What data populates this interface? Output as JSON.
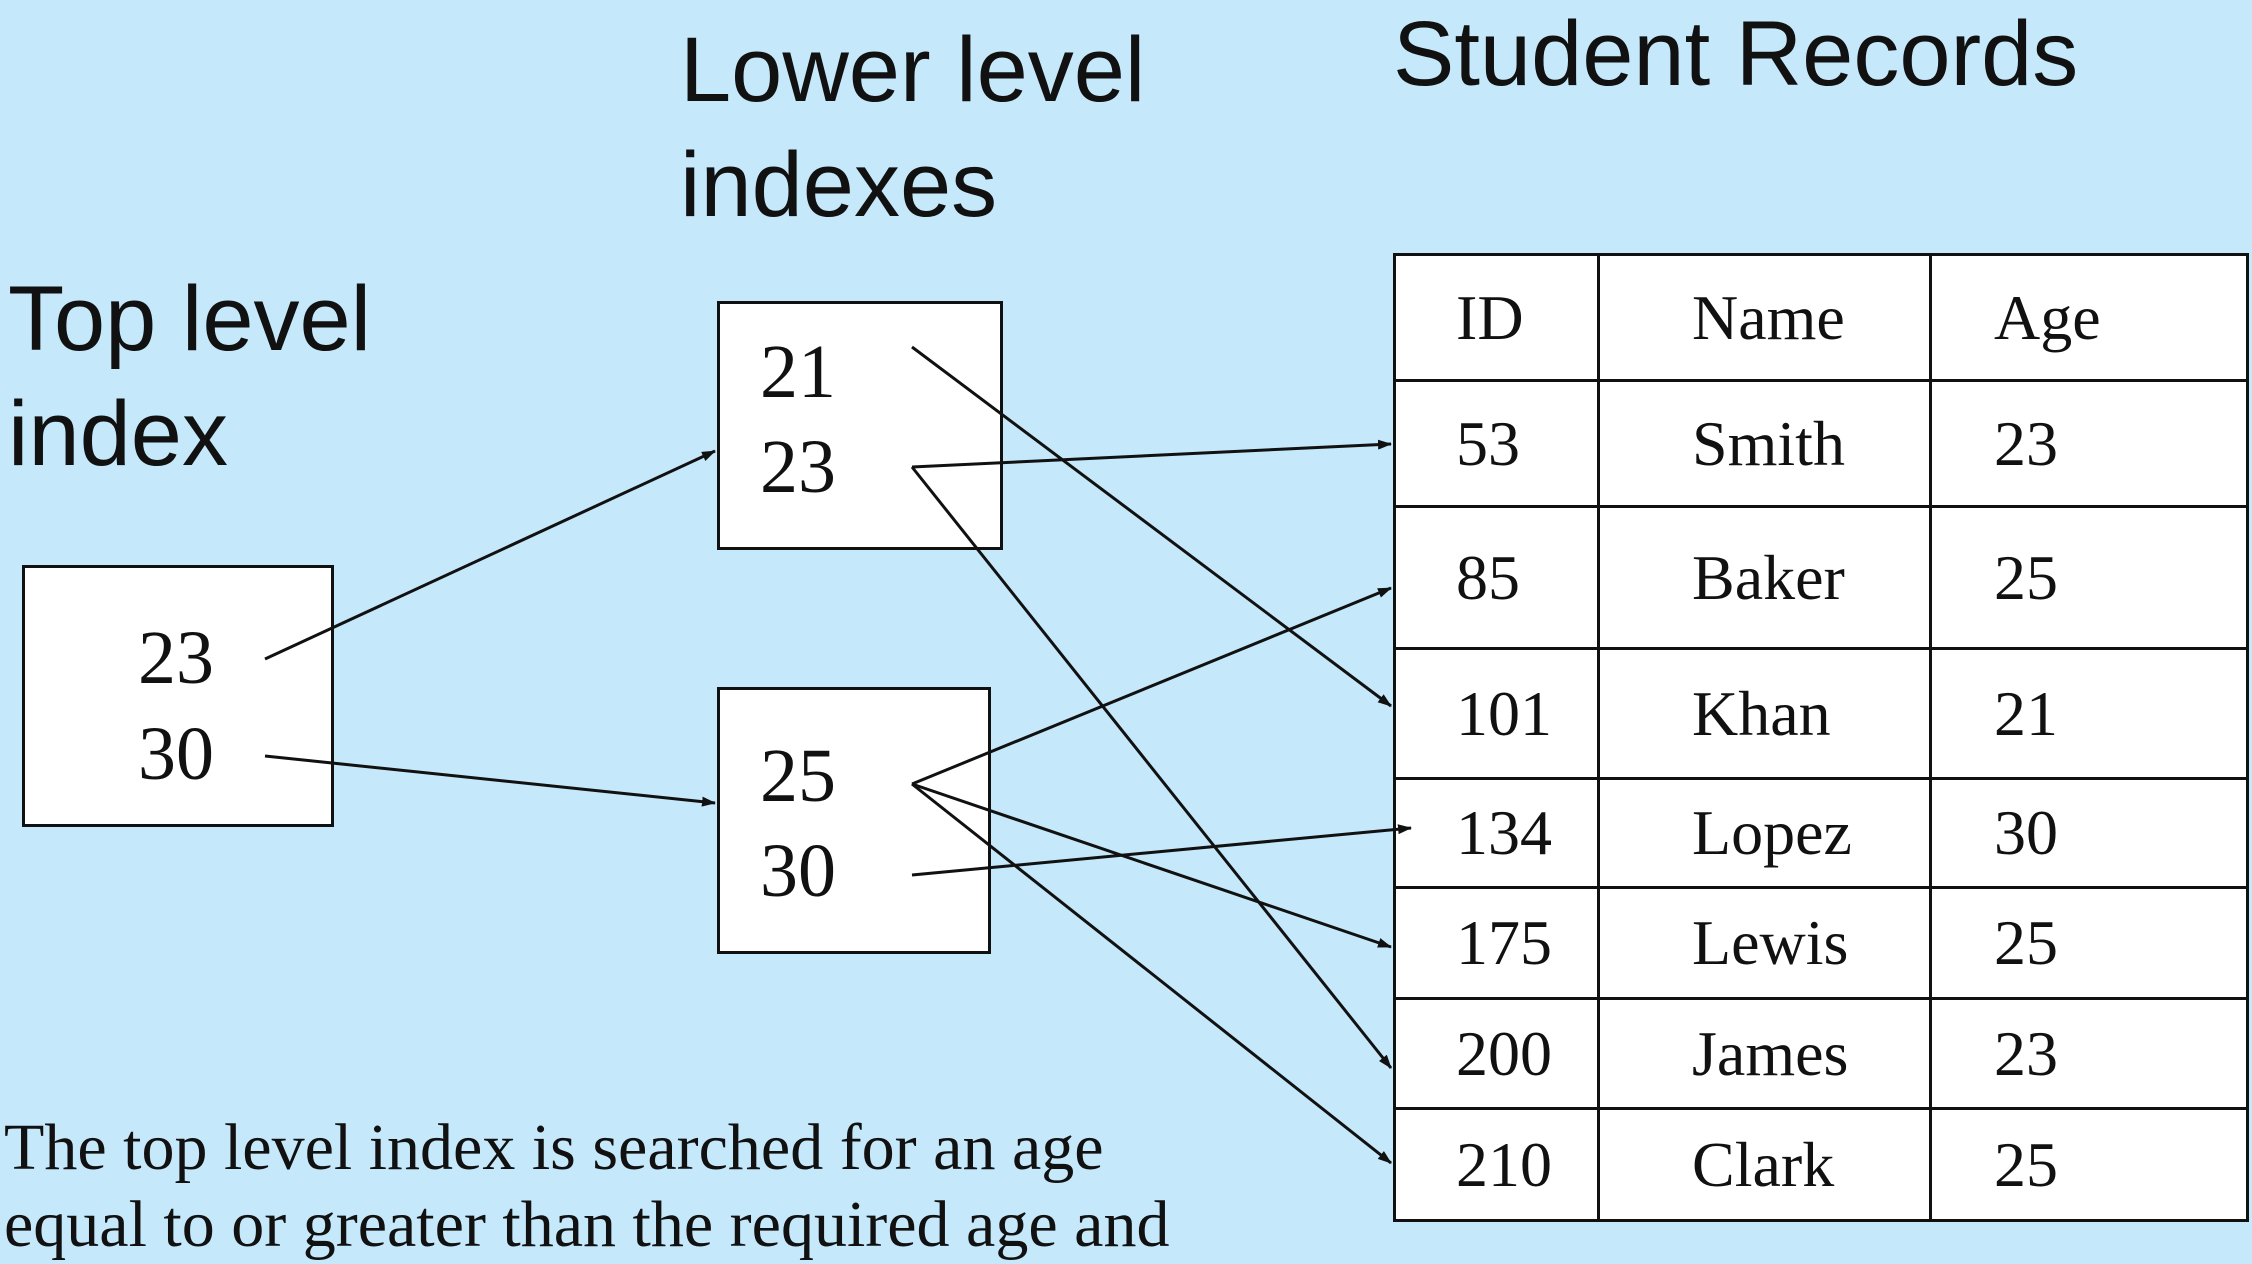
{
  "labels": {
    "top_index": [
      "Top level",
      "index"
    ],
    "lower_index": [
      "Lower level",
      "indexes"
    ],
    "records_title": "Student Records"
  },
  "top_index_box": {
    "values": [
      "23",
      "30"
    ]
  },
  "lower_boxes": [
    {
      "values": [
        "21",
        "23"
      ]
    },
    {
      "values": [
        "25",
        "30"
      ]
    }
  ],
  "records": {
    "headers": [
      "ID",
      "Name",
      "Age"
    ],
    "rows": [
      [
        "53",
        "Smith",
        "23"
      ],
      [
        "85",
        "Baker",
        "25"
      ],
      [
        "101",
        "Khan",
        "21"
      ],
      [
        "134",
        "Lopez",
        "30"
      ],
      [
        "175",
        "Lewis",
        "25"
      ],
      [
        "200",
        "James",
        "23"
      ],
      [
        "210",
        "Clark",
        "25"
      ]
    ]
  },
  "caption": [
    "The top level index is searched for an age",
    "equal to or greater than the required age and"
  ]
}
